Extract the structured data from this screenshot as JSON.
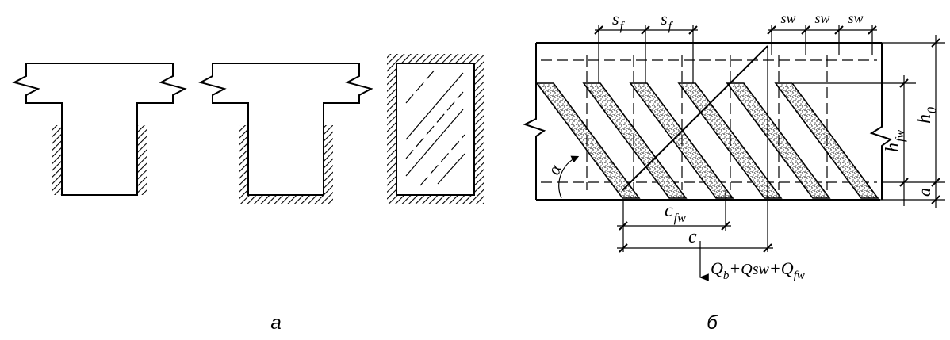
{
  "caption_a": "а",
  "caption_b": "б",
  "labels": {
    "sf_1": "s",
    "sf_1_sub": "f",
    "sf_2": "s",
    "sf_2_sub": "f",
    "sw_1": "sw",
    "sw_2": "sw",
    "sw_3": "sw",
    "alpha": "α",
    "hfw": "h",
    "hfw_sub": "fw",
    "h0": "h",
    "h0_sub": "0",
    "a": "a",
    "cfw": "c",
    "cfw_sub": "fw",
    "c": "c",
    "force_Qb": "Q",
    "force_Qb_sub": "b",
    "force_plus1": "+",
    "force_Qsw": "Qsw",
    "force_plus2": "+",
    "force_Qfw": "Q",
    "force_Qfw_sub": "fw"
  }
}
